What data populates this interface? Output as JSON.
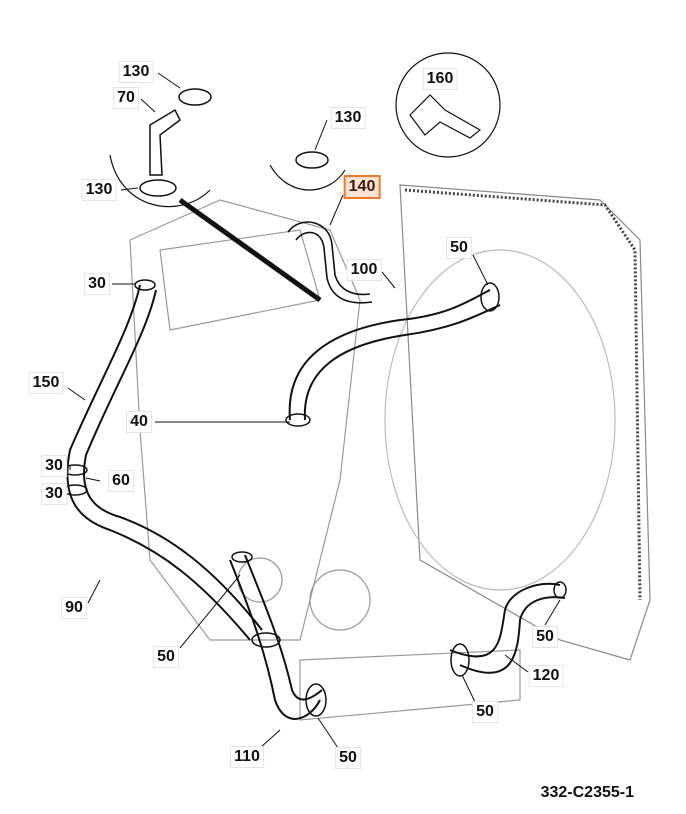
{
  "diagram": {
    "callouts": [
      {
        "id": "c1",
        "text": "130"
      },
      {
        "id": "c2",
        "text": "70"
      },
      {
        "id": "c3",
        "text": "130"
      },
      {
        "id": "c4",
        "text": "130"
      },
      {
        "id": "c5",
        "text": "140",
        "highlighted": true
      },
      {
        "id": "c6",
        "text": "160"
      },
      {
        "id": "c7",
        "text": "50"
      },
      {
        "id": "c8",
        "text": "100"
      },
      {
        "id": "c9",
        "text": "30"
      },
      {
        "id": "c10",
        "text": "150"
      },
      {
        "id": "c11",
        "text": "40"
      },
      {
        "id": "c12",
        "text": "30"
      },
      {
        "id": "c13",
        "text": "60"
      },
      {
        "id": "c14",
        "text": "30"
      },
      {
        "id": "c15",
        "text": "90"
      },
      {
        "id": "c16",
        "text": "50"
      },
      {
        "id": "c17",
        "text": "50"
      },
      {
        "id": "c18",
        "text": "120"
      },
      {
        "id": "c19",
        "text": "50"
      },
      {
        "id": "c20",
        "text": "110"
      },
      {
        "id": "c21",
        "text": "50"
      }
    ],
    "reference": "332-C2355-1",
    "highlight_color": "#f07a2a"
  }
}
